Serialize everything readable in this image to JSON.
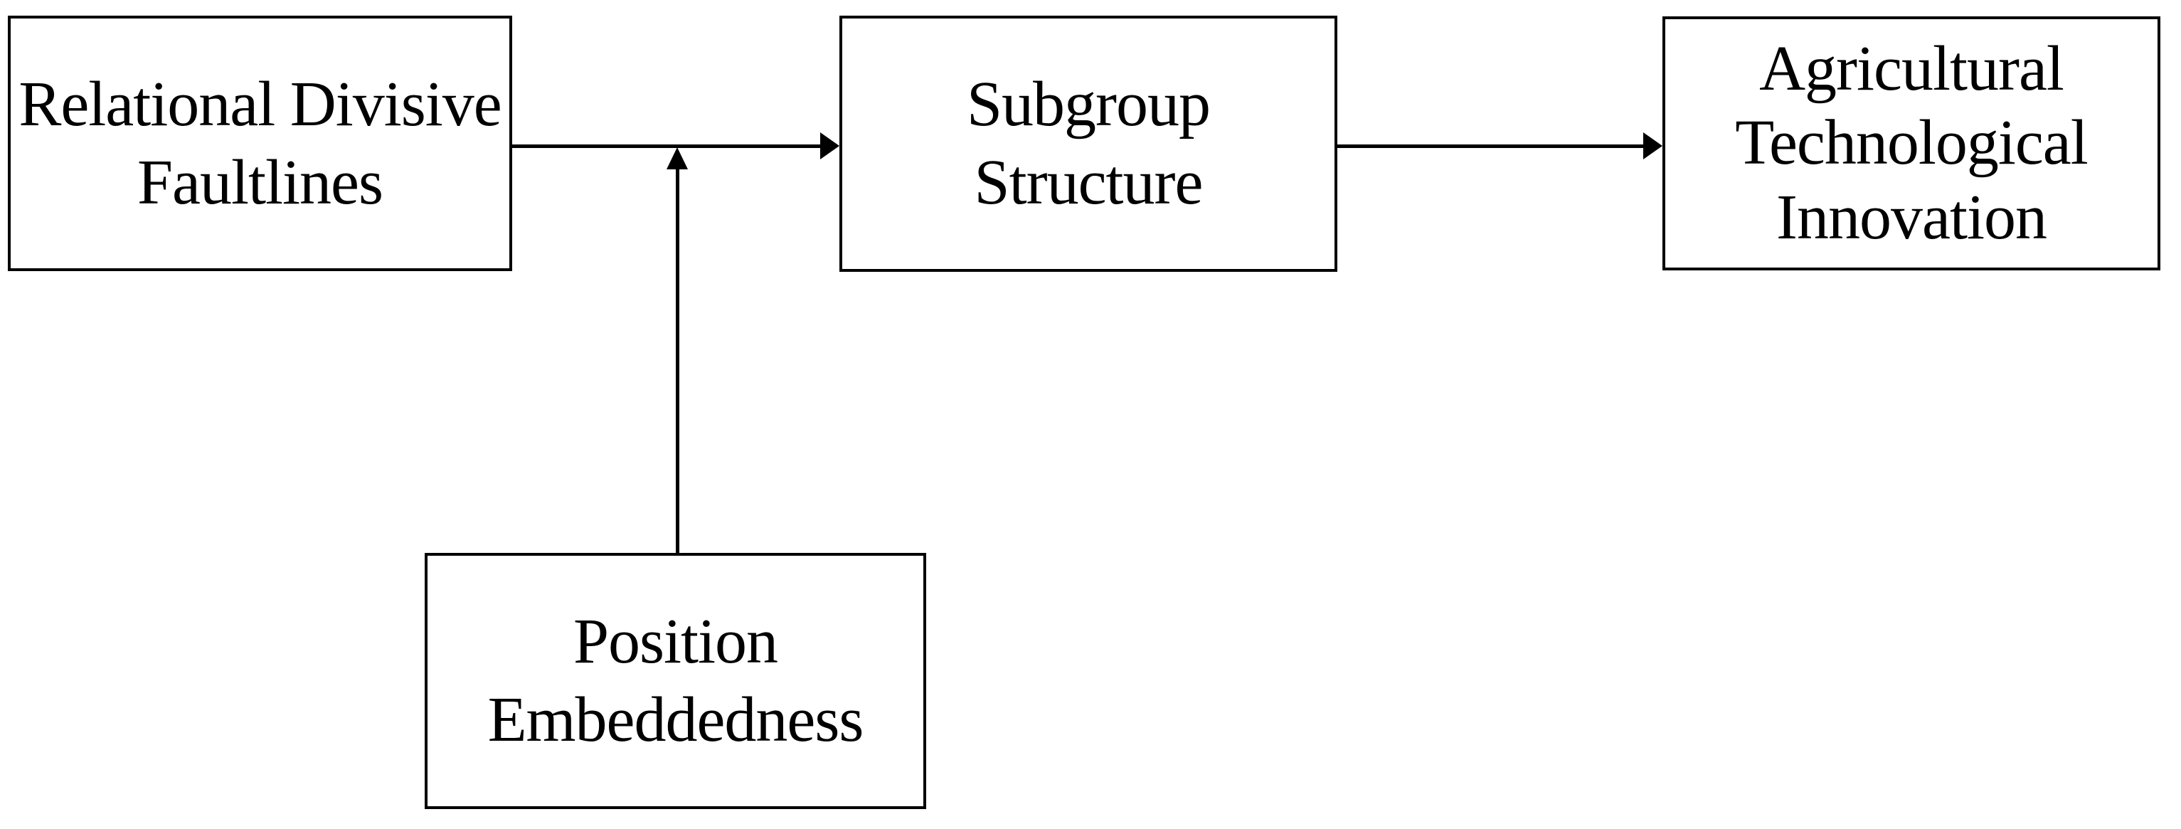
{
  "figure": {
    "type": "conceptual-model-diagram",
    "background": "#ffffff",
    "colors": {
      "box_border": "#000000",
      "arrow": "#000000",
      "text": "#000000",
      "background": "#ffffff"
    },
    "nodes": [
      {
        "id": "relational-divisive-faultlines",
        "label": "Relational Divisive Faultlines",
        "lines": [
          "Relational Divisive",
          "Faultlines"
        ]
      },
      {
        "id": "subgroup-structure",
        "label": "Subgroup Structure",
        "lines": [
          "Subgroup",
          "Structure"
        ]
      },
      {
        "id": "agricultural-technological-innovation",
        "label": "Agricultural Technological Innovation",
        "lines": [
          "Agricultural",
          "Technological",
          "Innovation"
        ]
      },
      {
        "id": "position-embeddedness",
        "label": "Position Embeddedness",
        "lines": [
          "Position",
          "Embeddedness"
        ]
      }
    ],
    "edges": [
      {
        "from": "relational-divisive-faultlines",
        "to": "subgroup-structure",
        "style": "solid",
        "arrowhead": "right"
      },
      {
        "from": "subgroup-structure",
        "to": "agricultural-technological-innovation",
        "style": "solid",
        "arrowhead": "right"
      },
      {
        "from": "position-embeddedness",
        "to": "edge:relational-divisive-faultlines->subgroup-structure",
        "style": "solid",
        "arrowhead": "up",
        "role": "moderator"
      }
    ]
  }
}
